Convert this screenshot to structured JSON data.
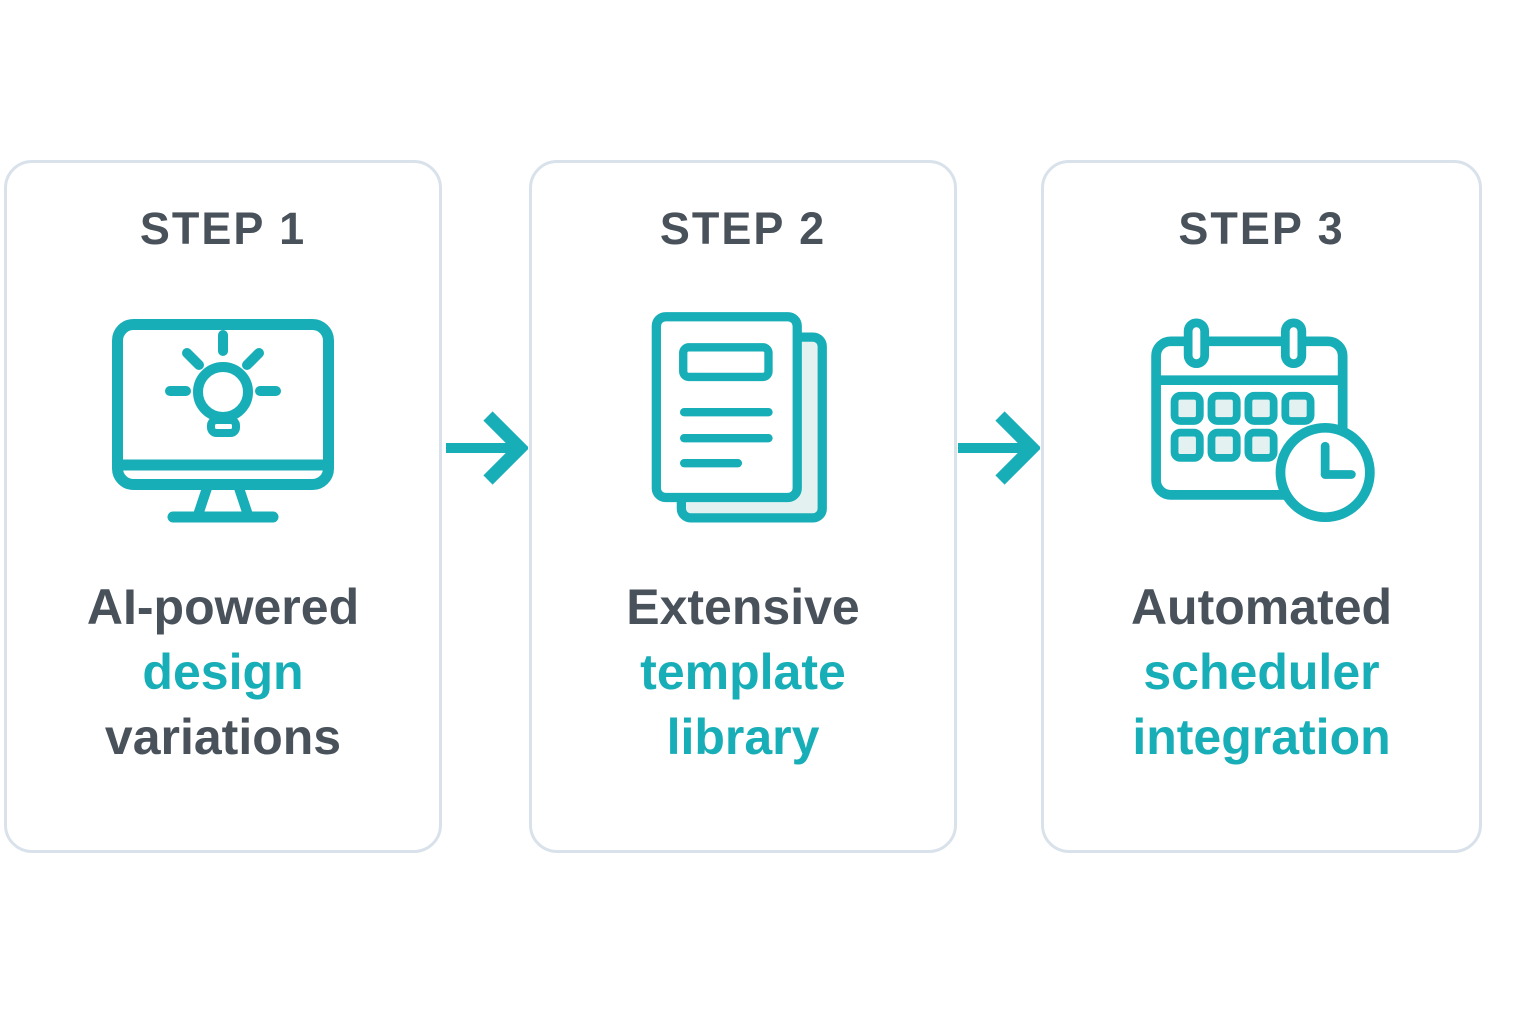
{
  "colors": {
    "teal": "#17aeb7",
    "dark_text": "#49525a",
    "card_border": "#d9e2eb",
    "card_bg": "#ffffff",
    "page_bg": "#ffffff",
    "icon_fill_light": "#e3f2f1"
  },
  "steps": [
    {
      "label": "STEP 1",
      "icon": "monitor-lightbulb-icon",
      "lines": [
        {
          "text": "AI-powered",
          "tone": "dark"
        },
        {
          "text": "design",
          "tone": "teal"
        },
        {
          "text": "variations",
          "tone": "dark"
        }
      ]
    },
    {
      "label": "STEP 2",
      "icon": "document-stack-icon",
      "lines": [
        {
          "text": "Extensive",
          "tone": "dark"
        },
        {
          "text": "template",
          "tone": "teal"
        },
        {
          "text": "library",
          "tone": "teal"
        }
      ]
    },
    {
      "label": "STEP 3",
      "icon": "calendar-clock-icon",
      "lines": [
        {
          "text": "Automated",
          "tone": "dark"
        },
        {
          "text": "scheduler",
          "tone": "teal"
        },
        {
          "text": "integration",
          "tone": "teal"
        }
      ]
    }
  ],
  "arrows": [
    {
      "name": "arrow-right-icon"
    },
    {
      "name": "arrow-right-icon"
    }
  ]
}
